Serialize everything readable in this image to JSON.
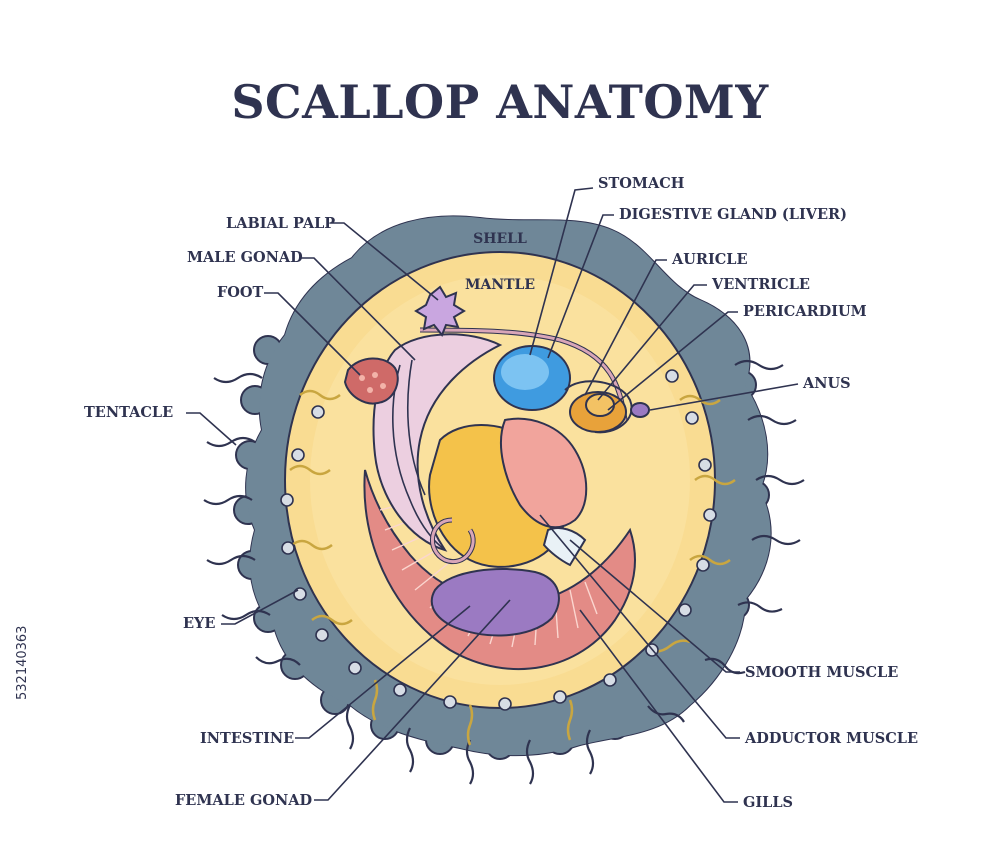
{
  "title": "SCALLOP ANATOMY",
  "labels": {
    "shell": "SHELL",
    "mantle": "MANTLE",
    "stomach": "STOMACH",
    "digestive_gland": "DIGESTIVE GLAND (LIVER)",
    "labial_palp": "LABIAL PALP",
    "male_gonad": "MALE GONAD",
    "foot": "FOOT",
    "auricle": "AURICLE",
    "ventricle": "VENTRICLE",
    "pericardium": "PERICARDIUM",
    "anus": "ANUS",
    "tentacle": "TENTACLE",
    "eye": "EYE",
    "intestine": "INTESTINE",
    "female_gonad": "FEMALE GONAD",
    "smooth_muscle": "SMOOTH MUSCLE",
    "adductor_muscle": "ADDUCTOR MUSCLE",
    "gills": "GILLS"
  },
  "stock_id": "532140363",
  "colors": {
    "shell": "#6f8798",
    "mantle": "#f9dc92",
    "text": "#2f3350",
    "foot": "#cf6a68",
    "gonad_male": "#eccfe0",
    "gonad_female": "#e38b86",
    "stomach": "#3f9be0",
    "digestive_gland": "#f4c24a",
    "intestine": "#9b7ac2",
    "adductor": "#f1a49c",
    "auricle": "#e8a23a"
  }
}
